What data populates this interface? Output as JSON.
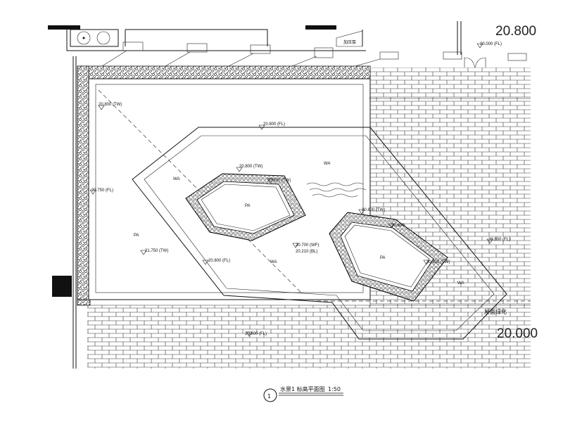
{
  "drawing": {
    "title": "水景1 标高平面图",
    "scale": "1:50",
    "index_number": "1"
  },
  "big_levels": {
    "top_right": "20.800",
    "bottom_right": "20.000"
  },
  "level_marks": {
    "top_door": "20.000 (FL)",
    "left_upper": "20.800 (TW)",
    "left_wall": "20.750 (FL)",
    "deck_top": "20.800 (FL)",
    "pool1_top": "20.800 (TW)",
    "pool1_right": "20.800 (TW)",
    "pool2_top": "20.800 (TW)",
    "pool2_right": "20.800 (TW)",
    "pool2_inner": "20.800",
    "right_fl": "20.800 (FL)",
    "left_tw": "21.750 (TW)",
    "center_fl": "20.800 (FL)",
    "water_level": "20.700 (WF)",
    "bottom_level": "20.210 (BL)",
    "bottom_fl": "20.800 (FL)"
  },
  "zone_labels": {
    "wa_top": "WA",
    "wa_left": "WA",
    "wa_mid": "WA",
    "wa_right": "WA",
    "pa_left": "PA",
    "pa_pool1": "PA",
    "pa_pool2": "PA"
  },
  "notes": {
    "equipment": "加压泵",
    "roof_greening": "屋面绿化"
  }
}
